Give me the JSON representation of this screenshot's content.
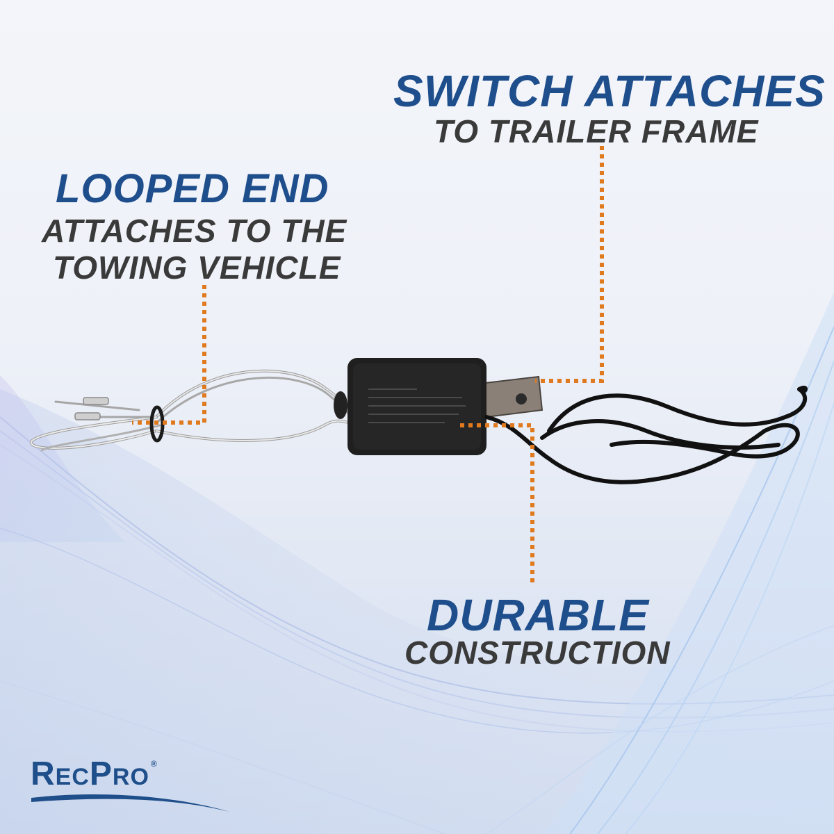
{
  "callouts": {
    "looped_end": {
      "headline": "LOOPED END",
      "line1": "ATTACHES TO THE",
      "line2": "TOWING VEHICLE"
    },
    "switch": {
      "headline": "SWITCH ATTACHES",
      "line1": "TO TRAILER FRAME"
    },
    "durable": {
      "headline": "DURABLE",
      "line1": "CONSTRUCTION"
    }
  },
  "brand": {
    "logo_first": "R",
    "logo_first_rest": "EC",
    "logo_second": "P",
    "logo_second_rest": "RO",
    "registered": "®"
  },
  "colors": {
    "headline": "#1e4e8c",
    "subline": "#3a3a3a",
    "leader": "#e07a1f",
    "background": "#eef1f8",
    "logo": "#1f4f8a"
  },
  "product": {
    "illustration": "breakaway-switch-with-steel-cable-loop-and-black-wire"
  }
}
